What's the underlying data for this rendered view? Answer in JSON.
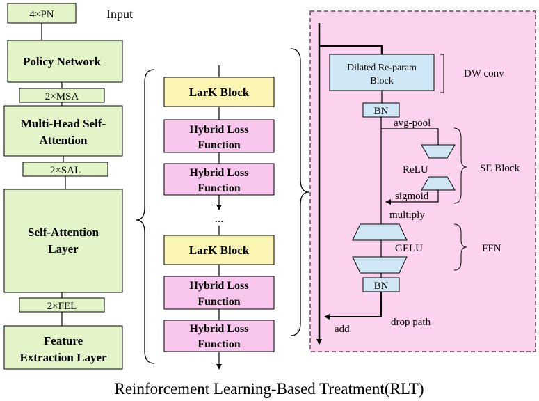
{
  "caption": "Reinforcement Learning-Based Treatment(RLT)",
  "left_column": {
    "input_box": "4×PN",
    "input_label": "Input",
    "policy_network": "Policy Network",
    "msa_tag": "2×MSA",
    "mhsa_line1": "Multi-Head Self-",
    "mhsa_line2": "Attention",
    "sal_tag": "2×SAL",
    "sal_line1": "Self-Attention",
    "sal_line2": "Layer",
    "fel_tag": "2×FEL",
    "fel_line1": "Feature",
    "fel_line2": "Extraction Layer"
  },
  "middle_column": {
    "lark_block_1": "LarK Block",
    "hybrid_1_line1": "Hybrid Loss",
    "hybrid_1_line2": "Function",
    "hybrid_2_line1": "Hybrid Loss",
    "hybrid_2_line2": "Function",
    "ellipsis": "...",
    "lark_block_2": "LarK Block",
    "hybrid_3_line1": "Hybrid Loss",
    "hybrid_3_line2": "Function",
    "hybrid_4_line1": "Hybrid Loss",
    "hybrid_4_line2": "Function"
  },
  "detail_panel": {
    "dilated_line1": "Dilated Re-param",
    "dilated_line2": "Block",
    "dw_conv": "DW conv",
    "bn_top": "BN",
    "avg_pool": "avg-pool",
    "relu": "ReLU",
    "se_block": "SE Block",
    "sigmoid": "sigmoid",
    "multiply": "multiply",
    "gelu": "GELU",
    "ffn": "FFN",
    "bn_bottom": "BN",
    "drop_path": "drop path",
    "add": "add"
  },
  "colors": {
    "green_box": "#e2f4c8",
    "yellow_box": "#fbf6b4",
    "pink_box": "#f9c7ee",
    "panel_bg": "#fbd3ef",
    "blue_box": "#cfe7f4"
  }
}
